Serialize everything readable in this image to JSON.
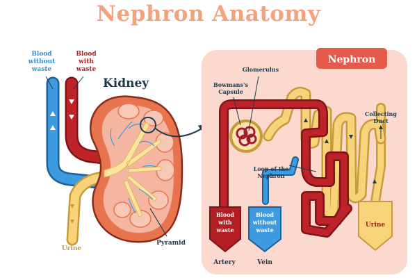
{
  "title": "Nephron Anatomy",
  "kidney_panel": {
    "heading": "Kidney",
    "vessel_labels": {
      "blood_without_waste": [
        "Blood",
        "without",
        "waste"
      ],
      "blood_with_waste": [
        "Blood",
        "with",
        "waste"
      ]
    },
    "pyramid_label": "Pyramid",
    "urine_label": "Urine"
  },
  "nephron_panel": {
    "badge": "Nephron",
    "glomerulus_label": "Glomerulus",
    "bowmans_capsule_label": [
      "Bowmans's",
      "Capsule"
    ],
    "collecting_duct_label": [
      "Collecting",
      "Duct"
    ],
    "loop_label": [
      "Loop of the",
      "Nephron"
    ],
    "artery_box": [
      "Blood",
      "with",
      "waste"
    ],
    "vein_box": [
      "Blood",
      "without",
      "waste"
    ],
    "urine_box": "Urine",
    "artery_label": "Artery",
    "vein_label": "Vein"
  },
  "colors": {
    "title": "#f2a27c",
    "artery": "#b11f24",
    "vein": "#2f8fd6",
    "urine": "#f8d37a",
    "kidney": "#e8734f",
    "panel": "#fbd9cf",
    "badge": "#e45a4b"
  }
}
